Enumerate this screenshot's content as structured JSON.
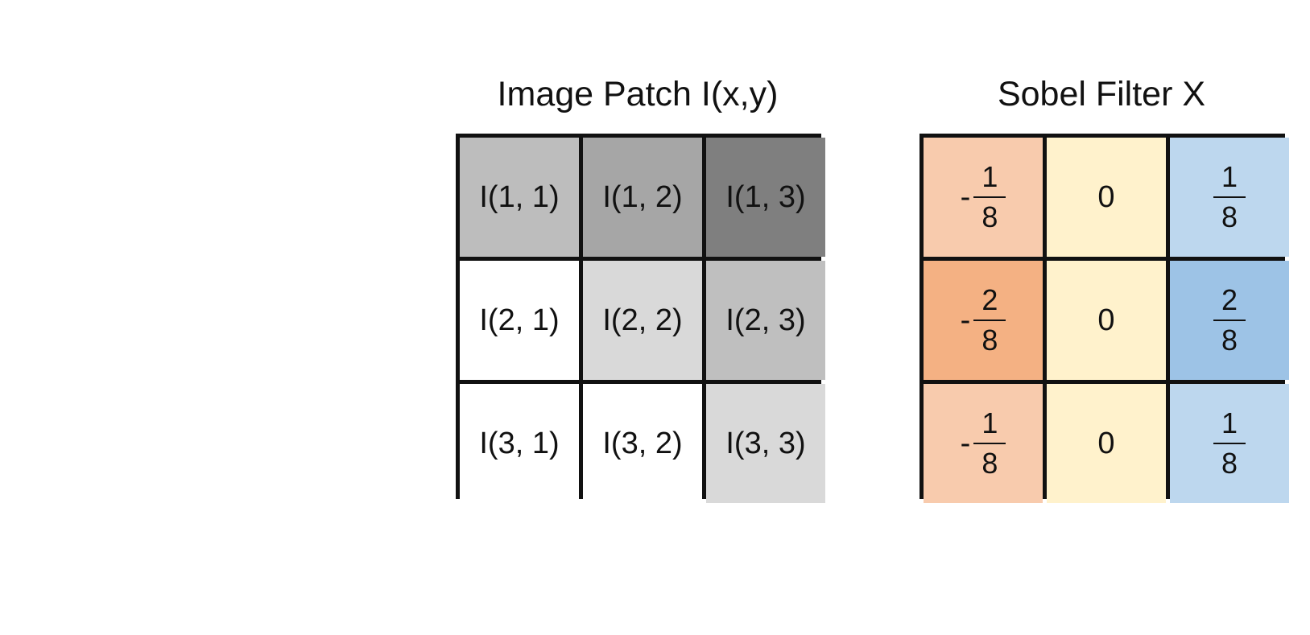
{
  "image_patch": {
    "title": "Image Patch I(x,y)",
    "cells": [
      [
        "I(1, 1)",
        "I(1, 2)",
        "I(1, 3)"
      ],
      [
        "I(2, 1)",
        "I(2, 2)",
        "I(2, 3)"
      ],
      [
        "I(3, 1)",
        "I(3, 2)",
        "I(3, 3)"
      ]
    ],
    "colors": [
      [
        "#bdbdbd",
        "#a6a6a6",
        "#7f7f7f"
      ],
      [
        "#ffffff",
        "#d9d9d9",
        "#bfbfbf"
      ],
      [
        "#ffffff",
        "#ffffff",
        "#d9d9d9"
      ]
    ]
  },
  "sobel_filter": {
    "title": "Sobel Filter X",
    "cells": [
      [
        {
          "sign": "-",
          "num": "1",
          "den": "8"
        },
        {
          "value": "0"
        },
        {
          "sign": "",
          "num": "1",
          "den": "8"
        }
      ],
      [
        {
          "sign": "-",
          "num": "2",
          "den": "8"
        },
        {
          "value": "0"
        },
        {
          "sign": "",
          "num": "2",
          "den": "8"
        }
      ],
      [
        {
          "sign": "-",
          "num": "1",
          "den": "8"
        },
        {
          "value": "0"
        },
        {
          "sign": "",
          "num": "1",
          "den": "8"
        }
      ]
    ],
    "colors": [
      [
        "#f8cbad",
        "#fff2cc",
        "#bdd7ee"
      ],
      [
        "#f4b183",
        "#fff2cc",
        "#9dc3e6"
      ],
      [
        "#f8cbad",
        "#fff2cc",
        "#bdd7ee"
      ]
    ]
  }
}
